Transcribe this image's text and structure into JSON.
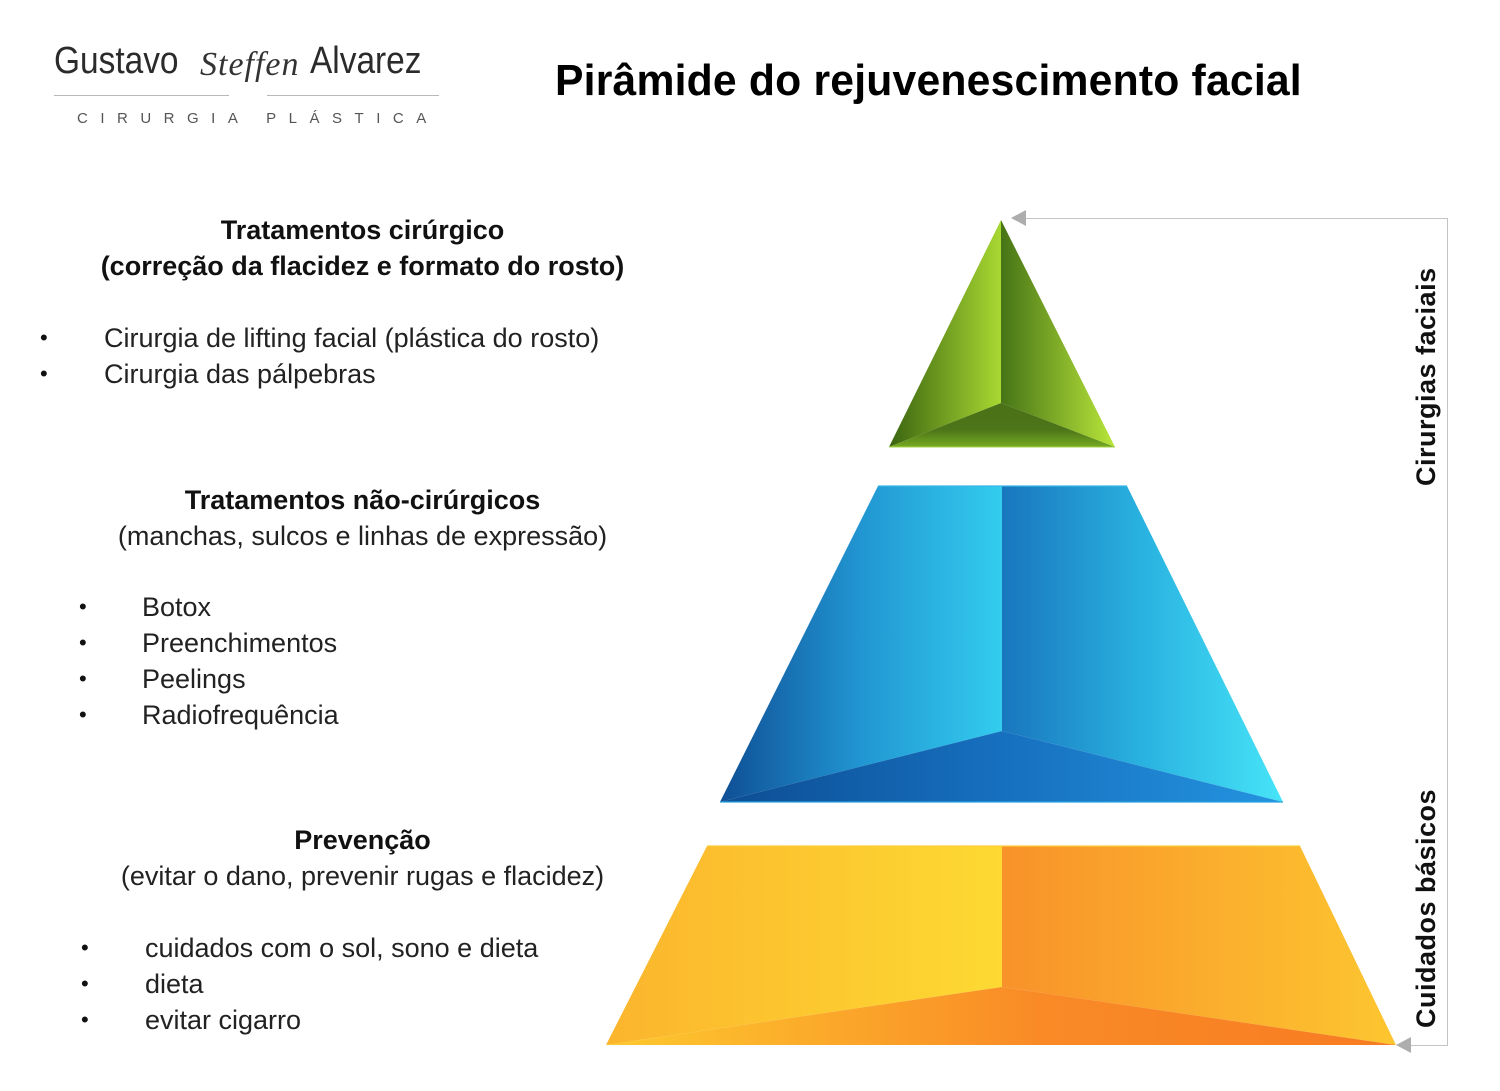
{
  "logo": {
    "first_name": "Gustavo",
    "middle_name": "Steffen",
    "last_name": "Alvarez",
    "subtitle": "CIRURGIA PLÁSTICA"
  },
  "page": {
    "title": "Pirâmide do rejuvenescimento facial"
  },
  "sections": [
    {
      "id": "surgical",
      "heading": "Tratamentos cirúrgico",
      "subheading": "(correção da flacidez e formato do rosto)",
      "items": [
        "Cirurgia de lifting facial (plástica do rosto)",
        "Cirurgia das pálpebras"
      ]
    },
    {
      "id": "non-surgical",
      "heading": "Tratamentos não-cirúrgicos",
      "subheading": "(manchas, sulcos e linhas de expressão)",
      "items": [
        "Botox",
        "Preenchimentos",
        "Peelings",
        "Radiofrequência"
      ]
    },
    {
      "id": "prevention",
      "heading": "Prevenção",
      "subheading": "(evitar o dano, prevenir rugas e flacidez)",
      "items": [
        "cuidados com o sol, sono e dieta",
        "dieta",
        "evitar cigarro"
      ]
    }
  ],
  "bullet_glyph": "•",
  "pyramid": {
    "tiers": [
      {
        "name": "top",
        "color_light": "#b5e23a",
        "color_dark": "#3f6b14"
      },
      {
        "name": "middle",
        "color_light": "#45e1f7",
        "color_dark": "#0d4f97"
      },
      {
        "name": "bottom",
        "color_light": "#fdd833",
        "color_dark": "#f77f21"
      }
    ]
  },
  "bracket": {
    "top_label": "Cirurgias faciais",
    "bottom_label": "Cuidados básicos",
    "line_color": "#c4c4c4",
    "arrow_color": "#adadad"
  }
}
